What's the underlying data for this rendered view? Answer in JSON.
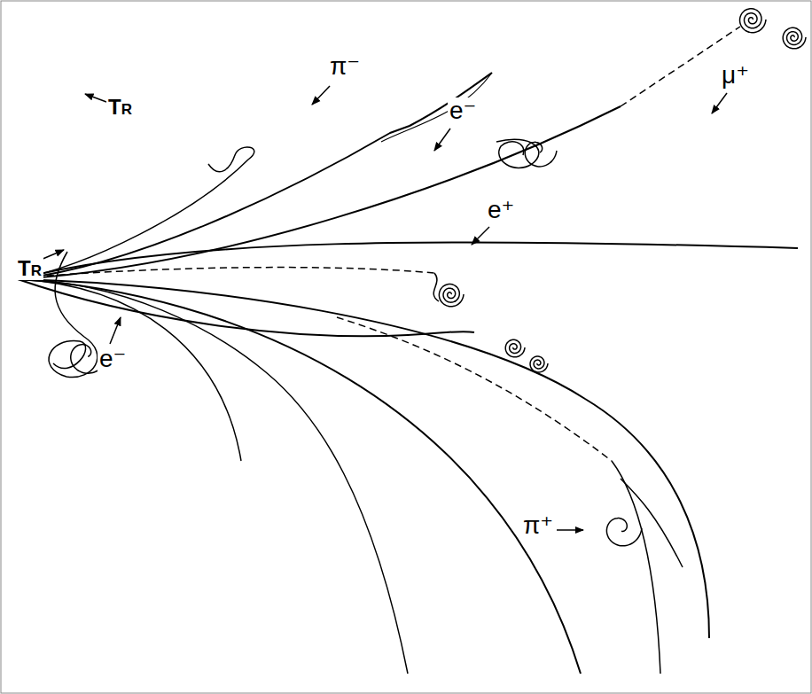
{
  "diagram": {
    "labels": [
      "π⁻",
      "e⁻",
      "μ⁺",
      "TR",
      "TR",
      "e⁺",
      "e⁻",
      "π⁺"
    ]
  }
}
